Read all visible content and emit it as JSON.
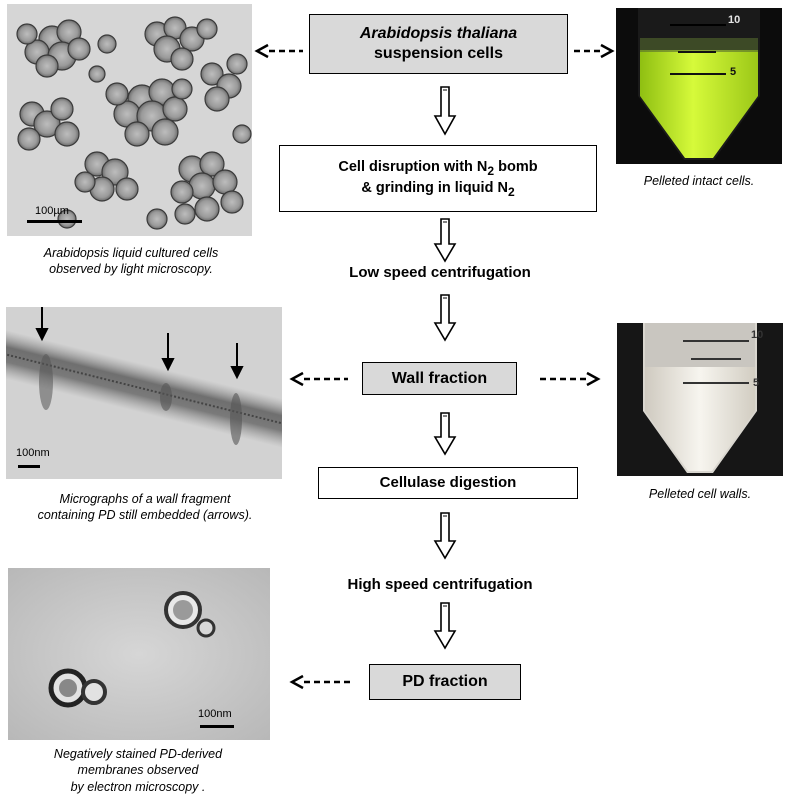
{
  "steps": {
    "start_italic": "Arabidopsis thaliana",
    "start_rest": "suspension cells",
    "disruption_line1": "Cell disruption with N",
    "disruption_sub1": "2",
    "disruption_line1_end": " bomb",
    "disruption_line2": "& grinding in liquid N",
    "disruption_sub2": "2",
    "low_speed": "Low speed centrifugation",
    "wall_fraction": "Wall fraction",
    "cellulase": "Cellulase digestion",
    "high_speed": "High speed centrifugation",
    "pd_fraction": "PD fraction"
  },
  "images": {
    "light_micro": {
      "scale": "100µm",
      "caption_line1": "Arabidopsis liquid cultured cells",
      "caption_line2": "observed by light microscopy."
    },
    "intact_tube": {
      "mark_top": "10",
      "mark_bottom": "5",
      "caption": "Pelleted intact cells."
    },
    "wall_micro": {
      "scale": "100nm",
      "caption_line1": "Micrographs of a wall fragment",
      "caption_line2": "containing PD still embedded (arrows)."
    },
    "wall_tube": {
      "mark_top": "10",
      "mark_bottom": "5",
      "caption": "Pelleted cell walls."
    },
    "pd_micro": {
      "scale": "100nm",
      "caption_line1": "Negatively stained PD-derived",
      "caption_line2": "membranes observed",
      "caption_line3": "by electron microscopy ."
    }
  },
  "colors": {
    "box_gray": "#d9d9d9",
    "intact_pellet": "#c8f21e",
    "tube_dark_bg": "#0c0c0c",
    "wall_pellet": "#f1efe9"
  }
}
